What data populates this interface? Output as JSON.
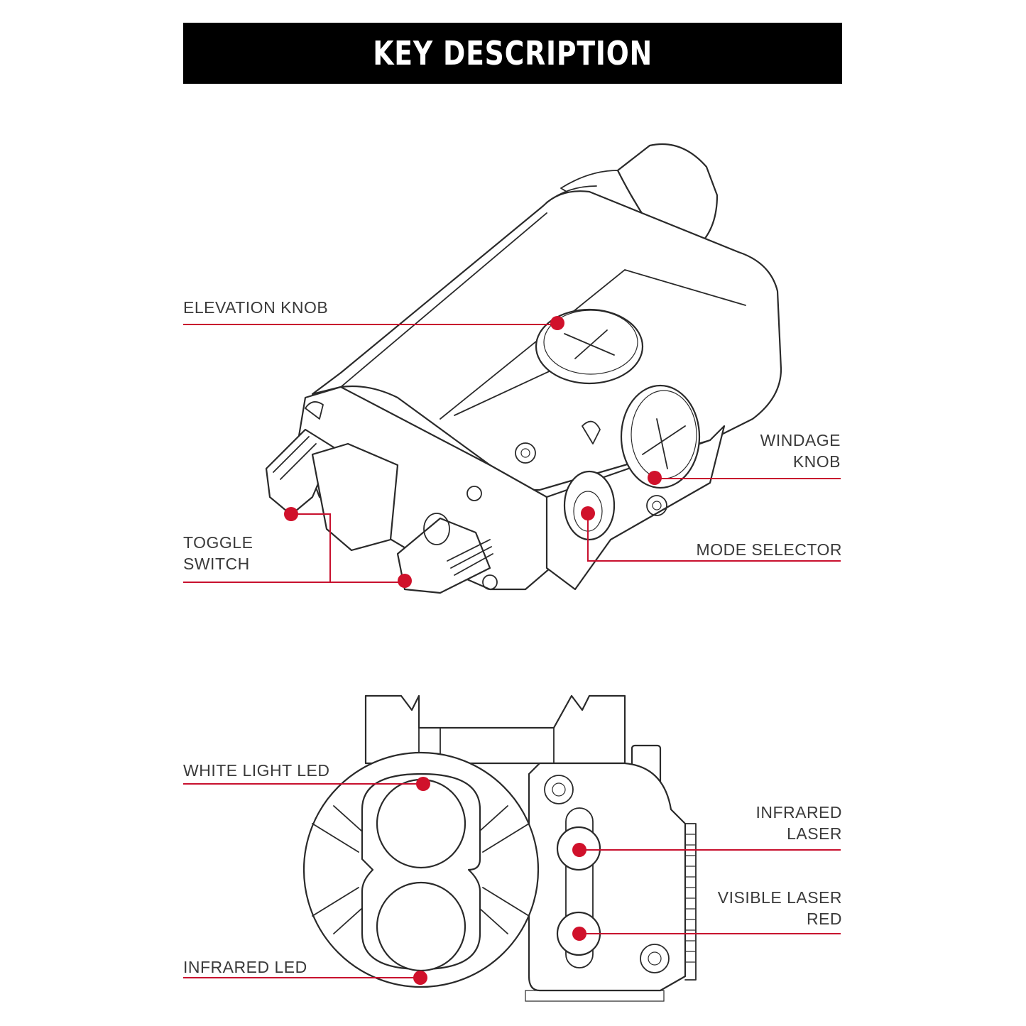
{
  "title": "KEY DESCRIPTION",
  "labels": {
    "elevation_knob": "ELEVATION KNOB",
    "windage_knob": [
      "WINDAGE",
      "KNOB"
    ],
    "toggle_switch": [
      "TOGGLE",
      "SWITCH"
    ],
    "mode_selector": "MODE SELECTOR",
    "white_light_led": "WHITE LIGHT LED",
    "infrared_laser": [
      "INFRARED",
      "LASER"
    ],
    "visible_laser_red": [
      "VISIBLE LASER",
      "RED"
    ],
    "infrared_led": "INFRARED LED"
  },
  "colors": {
    "title_bar": "#000000",
    "title_text": "#ffffff",
    "leader_line": "#c8102e",
    "marker_dot": "#d0112b",
    "line_art": "#2a2a2a"
  }
}
